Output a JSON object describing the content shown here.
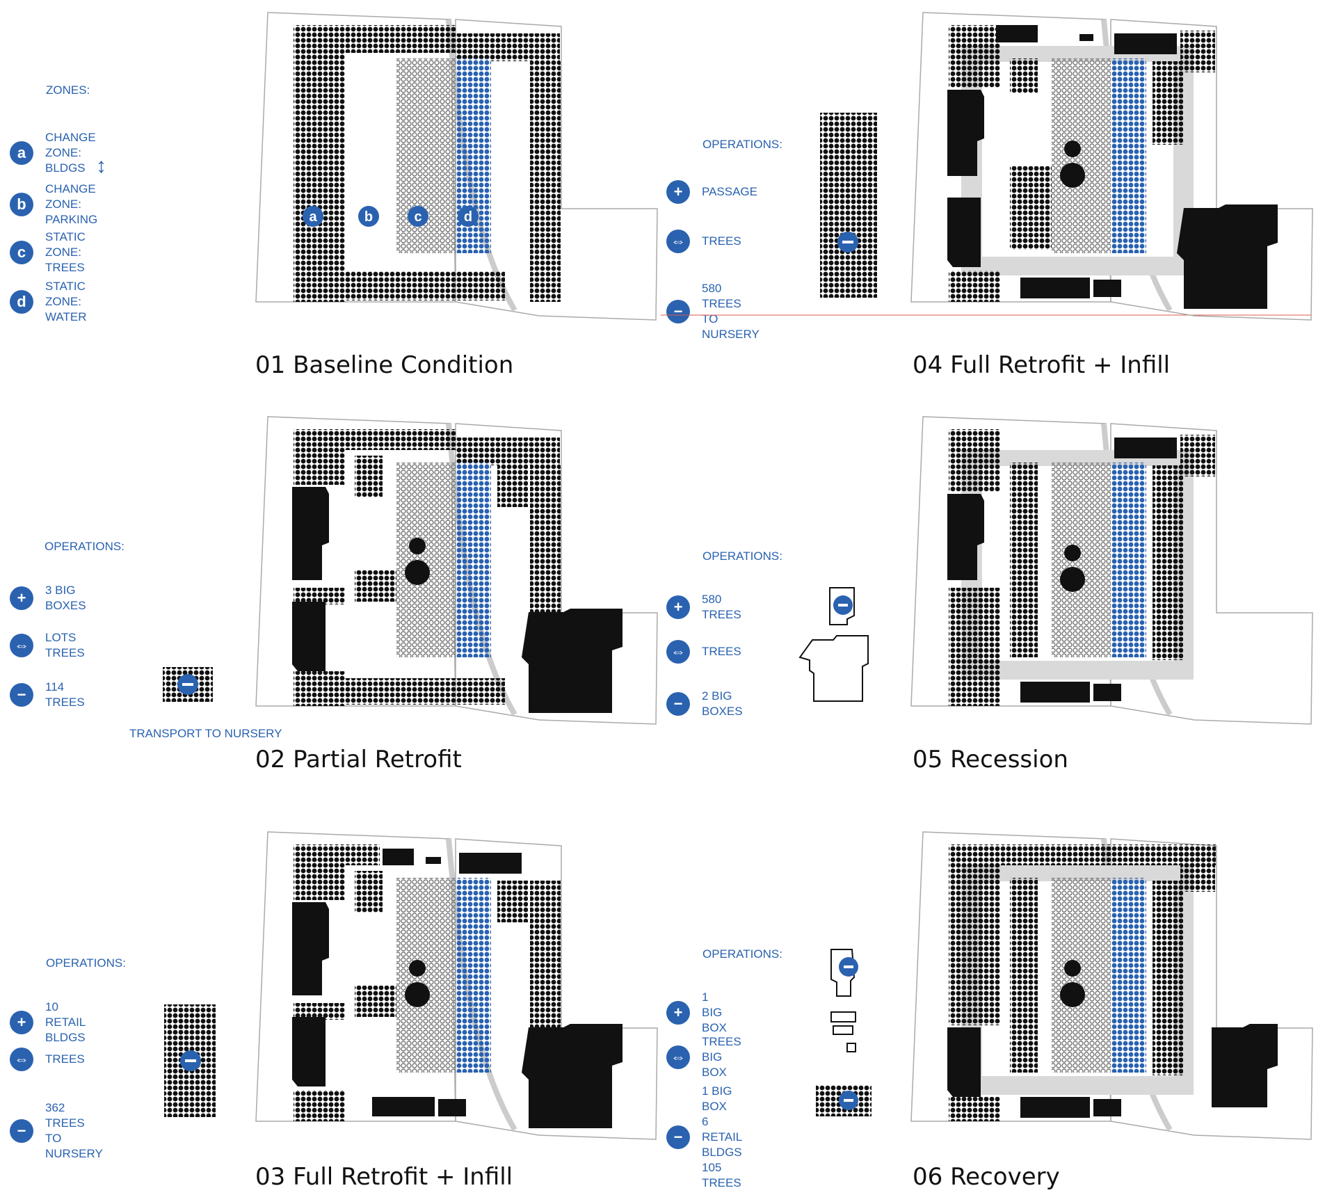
{
  "colors": {
    "accent": "#2a62b0",
    "building": "#111111",
    "grey_tree": "#8a8a8a",
    "plaza": "#d9d9d9"
  },
  "panels": {
    "p1": {
      "title": "01 Baseline Condition"
    },
    "p2": {
      "title": "02 Partial Retrofit"
    },
    "p3": {
      "title": "03 Full Retrofit + Infill"
    },
    "p4": {
      "title": "04 Full Retrofit + Infill"
    },
    "p5": {
      "title": "05 Recession"
    },
    "p6": {
      "title": "06 Recovery"
    }
  },
  "legend_zones": {
    "heading": "ZONES:",
    "items": [
      {
        "badge": "a",
        "label": "CHANGE ZONE:  BLDGS"
      },
      {
        "badge": "b",
        "label": "CHANGE ZONE:  PARKING"
      },
      {
        "badge": "c",
        "label": "STATIC ZONE: TREES"
      },
      {
        "badge": "d",
        "label": "STATIC ZONE: WATER"
      }
    ],
    "map_badges": [
      "a",
      "b",
      "c",
      "d"
    ]
  },
  "ops_p2": {
    "heading": "OPERATIONS:",
    "items": [
      {
        "icon": "plus-icon",
        "label": "3 BIG BOXES"
      },
      {
        "icon": "exchange-arrows-icon",
        "label": "LOTS\nTREES"
      },
      {
        "icon": "minus-icon",
        "label": "114 TREES"
      }
    ],
    "transport": "TRANSPORT TO NURSERY"
  },
  "ops_p3": {
    "heading": "OPERATIONS:",
    "items": [
      {
        "icon": "plus-icon",
        "label": "10 RETAIL BLDGS"
      },
      {
        "icon": "exchange-arrows-icon",
        "label": "TREES"
      },
      {
        "icon": "minus-icon",
        "label": "362 TREES\nTO NURSERY"
      }
    ]
  },
  "ops_p4": {
    "heading": "OPERATIONS:",
    "items": [
      {
        "icon": "plus-icon",
        "label": "PASSAGE"
      },
      {
        "icon": "exchange-arrows-icon",
        "label": "TREES"
      },
      {
        "icon": "minus-icon",
        "label": "580 TREES\nTO NURSERY"
      }
    ]
  },
  "ops_p5": {
    "heading": "OPERATIONS:",
    "items": [
      {
        "icon": "plus-icon",
        "label": "580 TREES"
      },
      {
        "icon": "exchange-arrows-icon",
        "label": "TREES"
      },
      {
        "icon": "minus-icon",
        "label": "2 BIG BOXES"
      }
    ]
  },
  "ops_p6": {
    "heading": "OPERATIONS:",
    "items": [
      {
        "icon": "plus-icon",
        "label": "1 BIG BOX"
      },
      {
        "icon": "exchange-arrows-icon",
        "label": "TREES\nBIG BOX"
      },
      {
        "icon": "minus-icon",
        "label": "1 BIG BOX\n6 RETAIL BLDGS\n105 TREES"
      }
    ]
  }
}
